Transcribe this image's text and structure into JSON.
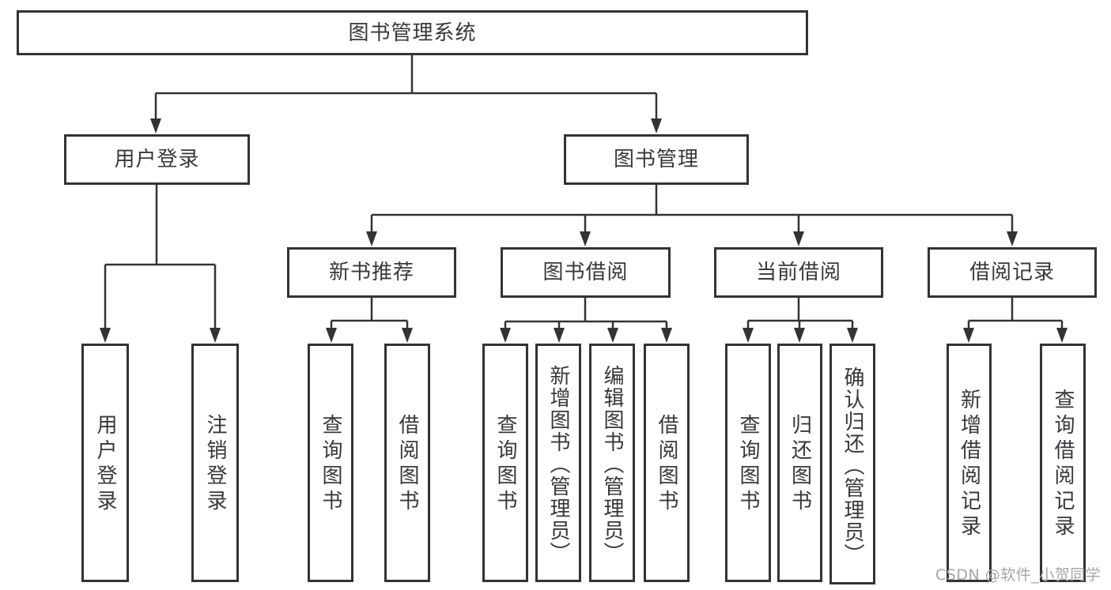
{
  "diagram": {
    "title": "图书管理系统",
    "watermark": "CSDN @软件_小贺同学",
    "colors": {
      "line": "#333333",
      "text": "#38383c",
      "background": "#ffffff",
      "watermark": "#a5a5aa"
    },
    "tree": {
      "label": "图书管理系统",
      "children": [
        {
          "label": "用户登录",
          "children": [
            {
              "label": "用户登录"
            },
            {
              "label": "注销登录"
            }
          ]
        },
        {
          "label": "图书管理",
          "children": [
            {
              "label": "新书推荐",
              "children": [
                {
                  "label": "查询图书"
                },
                {
                  "label": "借阅图书"
                }
              ]
            },
            {
              "label": "图书借阅",
              "children": [
                {
                  "label": "查询图书"
                },
                {
                  "label": "新增图书（管理员）"
                },
                {
                  "label": "编辑图书（管理员）"
                },
                {
                  "label": "借阅图书"
                }
              ]
            },
            {
              "label": "当前借阅",
              "children": [
                {
                  "label": "查询图书"
                },
                {
                  "label": "归还图书"
                },
                {
                  "label": "确认归还（管理员）"
                }
              ]
            },
            {
              "label": "借阅记录",
              "children": [
                {
                  "label": "新增借阅记录"
                },
                {
                  "label": "查询借阅记录"
                }
              ]
            }
          ]
        }
      ]
    }
  }
}
